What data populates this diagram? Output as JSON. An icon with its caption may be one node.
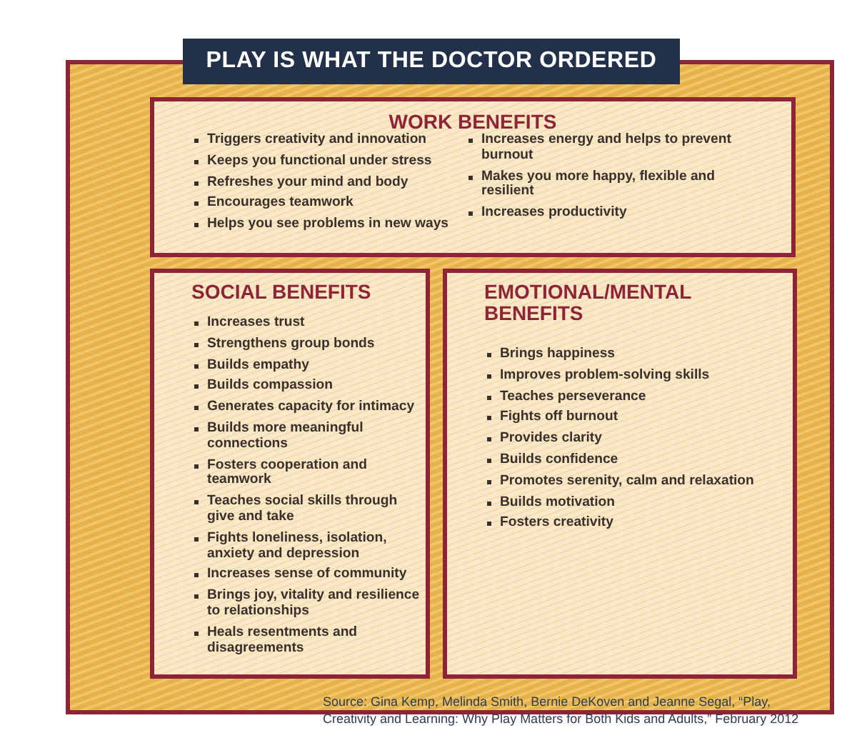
{
  "diagram": {
    "nodes": [
      {
        "text": [],
        "shape": "box"
      },
      {
        "text": [
          "PLAY IS WHAT THE DOCTOR ORDERED"
        ]
      },
      {
        "text": [
          "WORK BENEFITS",
          "Triggers creativity and innovation",
          "Keeps you functional under stress",
          "Refreshes your mind and body",
          "Encourages teamwork",
          "Helps you see problems in new ways",
          "Increases energy and helps to prevent burnout",
          "Makes you more happy, flexible and resilient",
          "Increases productivity"
        ],
        "in": 0
      },
      {
        "text": [
          "SOCIAL BENEFITS",
          "Increases trust",
          "Strengthens group bonds",
          "Builds empathy",
          "Builds compassion",
          "Generates capacity for intimacy",
          "Builds more meaningful connections",
          "Fosters cooperation and teamwork",
          "Teaches social skills through give and take",
          "Fights loneliness, isolation, anxiety and depression",
          "Increases sense of community",
          "Brings joy, vitality and resilience to relationships",
          "Heals resentments and disagreements"
        ],
        "in": 0
      },
      {
        "text": [
          "EMOTIONAL/MENTAL BENEFITS",
          "Brings happiness",
          "Improves problem-solving skills",
          "Teaches perseverance",
          "Fights off burnout",
          "Provides clarity",
          "Builds confidence",
          "Promotes serenity, calm and relaxation",
          "Builds motivation",
          "Fosters creativity"
        ],
        "in": 0
      }
    ],
    "caption": "Source: Gina Kemp, Melinda Smith, Bernie DeKoven and Jeanne Segal, “Play, Creativity and Learning: Why Play Matters for Both Kids and Adults,” February 2012"
  }
}
